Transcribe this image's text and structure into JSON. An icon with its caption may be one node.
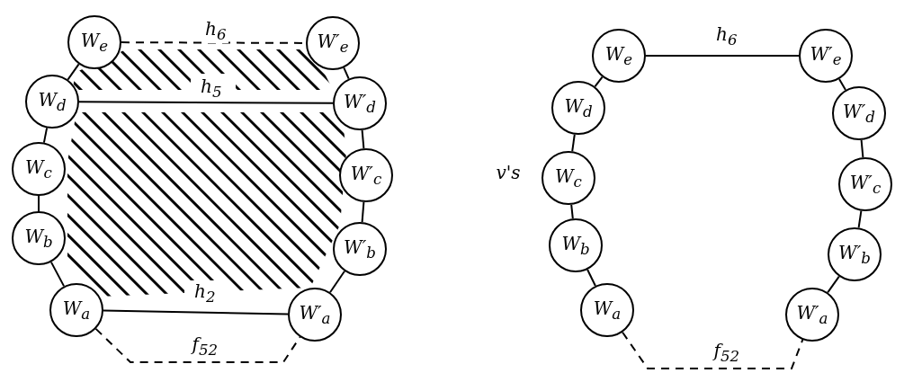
{
  "diagram": {
    "nodes": [
      {
        "text": [
          "W$_{e}$"
        ]
      },
      {
        "text": [
          "W$_{d}$"
        ]
      },
      {
        "text": [
          "W$_{c}$"
        ]
      },
      {
        "text": [
          "W$_{b}$"
        ]
      },
      {
        "text": [
          "W$_{a}$"
        ]
      },
      {
        "text": [
          "W′$_{e}$"
        ]
      },
      {
        "text": [
          "W′$_{d}$"
        ]
      },
      {
        "text": [
          "W′$_{c}$"
        ]
      },
      {
        "text": [
          "W′$_{b}$"
        ]
      },
      {
        "text": [
          "W′$_{a}$"
        ]
      },
      {
        "text": [
          "W$_{e}$"
        ]
      },
      {
        "text": [
          "W$_{d}$"
        ]
      },
      {
        "text": [
          "W$_{c}$"
        ]
      },
      {
        "text": [
          "W$_{b}$"
        ]
      },
      {
        "text": [
          "W$_{a}$"
        ]
      },
      {
        "text": [
          "W′$_{e}$"
        ]
      },
      {
        "text": [
          "W′$_{d}$"
        ]
      },
      {
        "text": [
          "W′$_{c}$"
        ]
      },
      {
        "text": [
          "W′$_{b}$"
        ]
      },
      {
        "text": [
          "W′$_{a}$"
        ]
      }
    ],
    "edges": [
      {
        "from": 0,
        "to": 1,
        "arrow": "none"
      },
      {
        "from": 1,
        "to": 2,
        "arrow": "none"
      },
      {
        "from": 2,
        "to": 3,
        "arrow": "none"
      },
      {
        "from": 3,
        "to": 4,
        "arrow": "none"
      },
      {
        "from": 5,
        "to": 6,
        "arrow": "none"
      },
      {
        "from": 6,
        "to": 7,
        "arrow": "none"
      },
      {
        "from": 7,
        "to": 8,
        "arrow": "none"
      },
      {
        "from": 8,
        "to": 9,
        "arrow": "none"
      },
      {
        "from": 0,
        "to": 5,
        "arrow": "none",
        "label": "h$_{6}$",
        "style": "dashed"
      },
      {
        "from": 1,
        "to": 6,
        "arrow": "none",
        "label": "h$_{5}$"
      },
      {
        "from": 4,
        "to": 9,
        "arrow": "none",
        "label": "h$_{2}$"
      },
      {
        "from": 4,
        "to": 9,
        "arrow": "none",
        "label": "f$_{52}$",
        "style": "dashed"
      },
      {
        "from": 10,
        "to": 11,
        "arrow": "none"
      },
      {
        "from": 11,
        "to": 12,
        "arrow": "none"
      },
      {
        "from": 12,
        "to": 13,
        "arrow": "none"
      },
      {
        "from": 13,
        "to": 14,
        "arrow": "none"
      },
      {
        "from": 15,
        "to": 16,
        "arrow": "none"
      },
      {
        "from": 16,
        "to": 17,
        "arrow": "none"
      },
      {
        "from": 17,
        "to": 18,
        "arrow": "none"
      },
      {
        "from": 18,
        "to": 19,
        "arrow": "none"
      },
      {
        "from": 10,
        "to": 15,
        "arrow": "none",
        "label": "h$_{6}$"
      },
      {
        "from": 14,
        "to": 19,
        "arrow": "none",
        "label": "f$_{52}$",
        "style": "dashed"
      }
    ],
    "labels": [
      "v's"
    ]
  }
}
